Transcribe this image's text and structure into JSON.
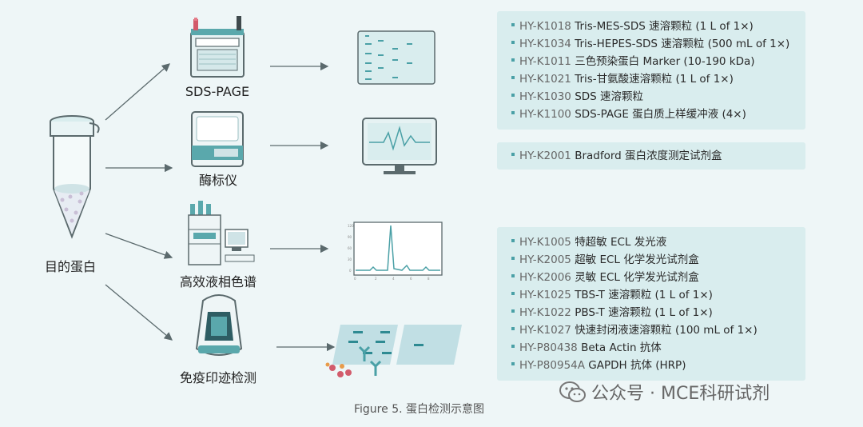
{
  "source_label": "目的蛋白",
  "methods": [
    {
      "label": "SDS-PAGE"
    },
    {
      "label": "酶标仪"
    },
    {
      "label": "高效液相色谱"
    },
    {
      "label": "免疫印迹检测"
    }
  ],
  "product_groups": [
    {
      "items": [
        {
          "code": "HY-K1018",
          "name": "Tris-MES-SDS 速溶颗粒 (1 L of 1×)"
        },
        {
          "code": "HY-K1034",
          "name": "Tris-HEPES-SDS 速溶颗粒 (500 mL of 1×)"
        },
        {
          "code": "HY-K1011",
          "name": "三色预染蛋白 Marker (10-190 kDa)"
        },
        {
          "code": "HY-K1021",
          "name": "Tris-甘氨酸速溶颗粒 (1 L of 1×)"
        },
        {
          "code": "HY-K1030",
          "name": "SDS 速溶颗粒"
        },
        {
          "code": "HY-K1100",
          "name": "SDS-PAGE 蛋白质上样缓冲液 (4×)"
        }
      ]
    },
    {
      "items": [
        {
          "code": "HY-K2001",
          "name": "Bradford 蛋白浓度测定试剂盒"
        }
      ]
    },
    {
      "items": [
        {
          "code": "HY-K1005",
          "name": "特超敏 ECL 发光液"
        },
        {
          "code": "HY-K2005",
          "name": "超敏 ECL 化学发光试剂盒"
        },
        {
          "code": "HY-K2006",
          "name": "灵敏 ECL 化学发光试剂盒"
        },
        {
          "code": "HY-K1025",
          "name": "TBS-T 速溶颗粒 (1 L of 1×)"
        },
        {
          "code": "HY-K1022",
          "name": "PBS-T 速溶颗粒 (1 L of 1×)"
        },
        {
          "code": "HY-K1027",
          "name": "快速封闭液速溶颗粒 (100 mL of 1×)"
        },
        {
          "code": "HY-P80438",
          "name": "Beta Actin 抗体"
        },
        {
          "code": "HY-P80954A",
          "name": "GAPDH 抗体 (HRP)"
        }
      ]
    }
  ],
  "caption": "Figure 5. 蛋白检测示意图",
  "watermark": "公众号 · MCE科研试剂",
  "colors": {
    "teal": "#4aa0a6",
    "box_bg": "#d9edee",
    "bg": "#eef6f7"
  },
  "icons": [
    "test-tube-icon",
    "gel-apparatus-icon",
    "plate-reader-icon",
    "hplc-icon",
    "western-blot-device-icon",
    "gel-result-icon",
    "monitor-icon",
    "chromatogram-icon",
    "membrane-icon",
    "wechat-icon"
  ]
}
